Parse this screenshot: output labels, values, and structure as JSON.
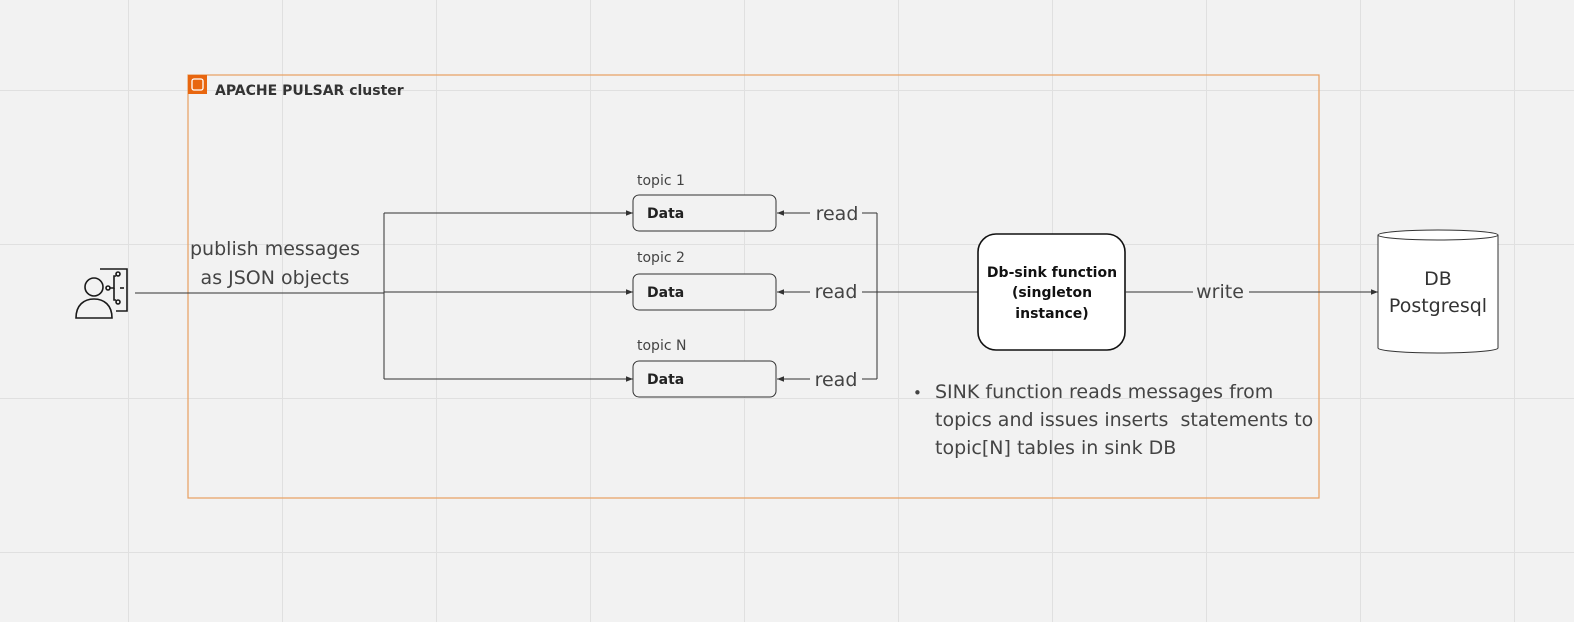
{
  "cluster": {
    "title": "APACHE PULSAR cluster",
    "border_color": "#e8923a",
    "icon_color": "#e8660f"
  },
  "producer": {
    "icon": "user-network-icon",
    "label_line1": "publish messages",
    "label_line2": "as JSON objects"
  },
  "topics": [
    {
      "title": "topic 1",
      "box": "Data",
      "edge": "read"
    },
    {
      "title": "topic 2",
      "box": "Data",
      "edge": "read"
    },
    {
      "title": "topic N",
      "box": "Data",
      "edge": "read"
    }
  ],
  "sink_function": {
    "line1": "Db-sink function",
    "line2": "(singleton",
    "line3": "instance)"
  },
  "write_edge": "write",
  "database": {
    "line1": "DB",
    "line2": "Postgresql"
  },
  "note": {
    "bullet": "•",
    "line1": "SINK function reads messages from",
    "line2": "topics and issues inserts  statements to",
    "line3": "topic[N] tables in sink DB"
  }
}
